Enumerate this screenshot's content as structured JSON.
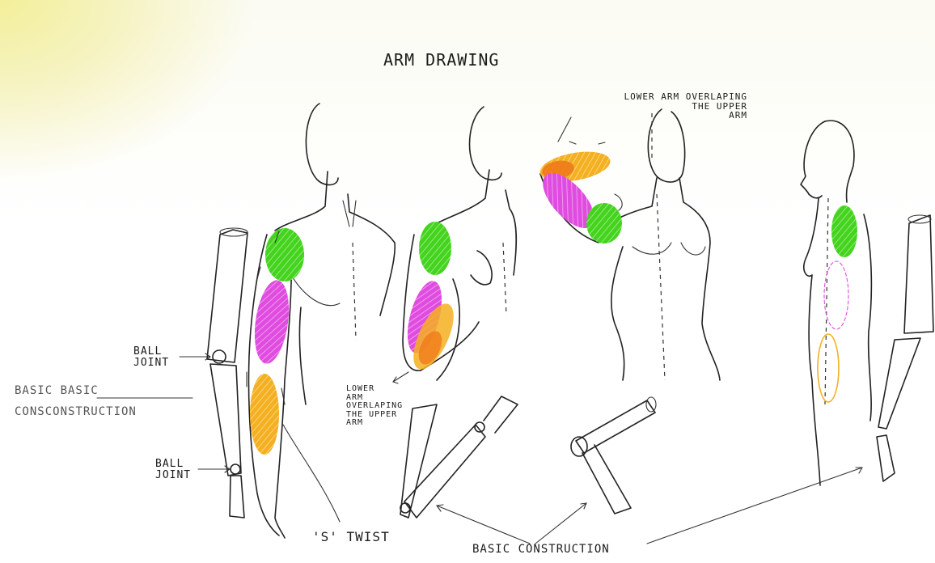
{
  "title": "ARM DRAWING",
  "labels": {
    "lower_arm_top": "LOWER ARM OVERLAPING\nTHE UPPER\nARM",
    "ball_joint_upper": "BALL\nJOINT",
    "basic_construction_left_a": "BASIC BASIC",
    "basic_construction_left_b": "CONSCONSTRUCTION",
    "ball_joint_lower": "BALL\nJOINT",
    "lower_arm_mid": "LOWER\nARM\nOVERLAPING\nTHE UPPER\nARM",
    "s_twist": "'S' TWIST",
    "basic_construction_bottom": "BASIC CONSTRUCTION"
  },
  "colors": {
    "deltoid": "#44d41e",
    "bicep": "#e04ce0",
    "forearm": "#f4b020",
    "forearm_overlap": "#f07a1a",
    "ink": "#222222",
    "paper_tint": "#f3ef9a"
  }
}
